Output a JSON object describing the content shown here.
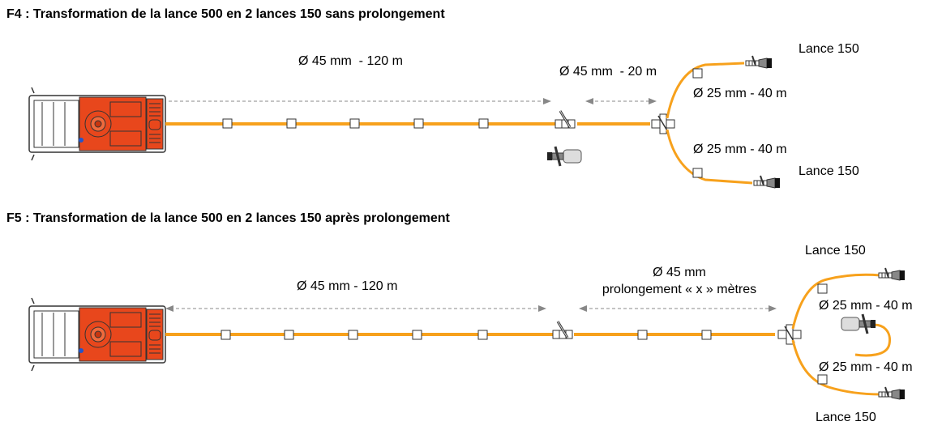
{
  "diagrams": [
    {
      "title": "F4 : Transformation de la lance 500 en 2 lances 150 sans prolongement",
      "main_hose_label": "Ø 45 mm  - 120 m",
      "extension_label": "Ø 45 mm  - 20 m",
      "branch_top_label": "Ø 25 mm - 40 m",
      "branch_bottom_label": "Ø 25 mm - 40 m",
      "nozzle_top_label": "Lance 150",
      "nozzle_bottom_label": "Lance 150"
    },
    {
      "title": "F5 : Transformation de la lance 500 en 2 lances 150 après prolongement",
      "main_hose_label": "Ø 45 mm - 120 m",
      "extension_label_line1": "Ø 45 mm",
      "extension_label_line2": "prolongement « x » mètres",
      "branch_top_label": "Ø 25 mm - 40 m",
      "branch_bottom_label": "Ø 25 mm - 40 m",
      "nozzle_top_label": "Lance 150",
      "nozzle_bottom_label": "Lance 150"
    }
  ],
  "colors": {
    "hose": "#f7a11c",
    "truck_body": "#e8471c",
    "truck_cab": "#ffffff"
  },
  "icons": [
    "fire-truck-icon",
    "divider-valve-icon",
    "nozzle-icon",
    "lance-500-icon"
  ]
}
